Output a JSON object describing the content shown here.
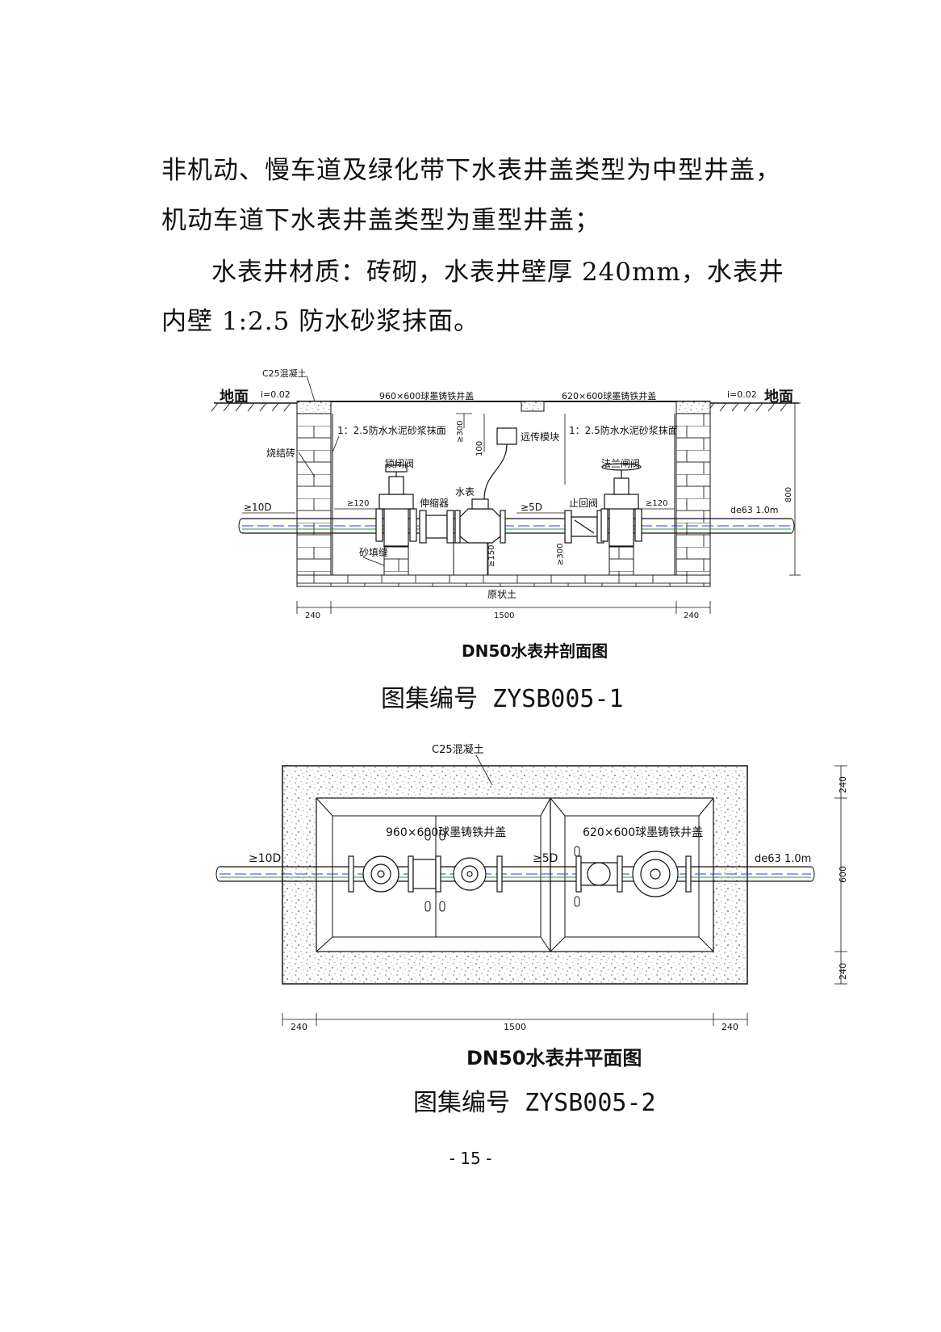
{
  "text": {
    "line1": "非机动、慢车道及绿化带下水表井盖类型为中型井盖，",
    "line2": "机动车道下水表井盖类型为重型井盖；",
    "line3": "水表井材质：砖砌，水表井壁厚 240mm，水表井",
    "line4": "内壁 1:2.5 防水砂浆抹面。"
  },
  "section_drawing": {
    "caption": "DN50水表井剖面图",
    "atlas_no": "图集编号 ZYSB005-1",
    "labels": {
      "concrete": "C25混凝土",
      "ground_left": "地面",
      "ground_right": "地面",
      "slope_left": "i=0.02",
      "slope_right": "i=0.02",
      "cover_left": "960×600球墨铸铁井盖",
      "cover_right": "620×600球墨铸铁井盖",
      "mortar_left": "1：2.5防水水泥砂浆抹面",
      "mortar_right": "1：2.5防水水泥砂浆抹面",
      "brick": "烧结砖",
      "lock_valve": "锁闭阀",
      "expander": "伸缩器",
      "meter": "水表",
      "remote_module": "远传模块",
      "flange_gate_valve": "法兰闸阀",
      "check_valve": "止回阀",
      "sand_seam": "砂填缝",
      "native_soil": "原状土",
      "dist_10d": "≥10D",
      "dist_5d": "≥5D",
      "dim_ge120_left": "≥120",
      "dim_ge120_right": "≥120",
      "dim_ge300_left": "≥300",
      "dim_ge300_right": "≥300",
      "dim_100": "100",
      "dim_ge150": "≥150",
      "pipe_spec": "de63 1.0m",
      "dim_800": "800",
      "dim_240_left": "240",
      "dim_1500": "1500",
      "dim_240_right": "240"
    }
  },
  "plan_drawing": {
    "caption": "DN50水表井平面图",
    "atlas_no": "图集编号 ZYSB005-2",
    "labels": {
      "concrete": "C25混凝土",
      "cover_left": "960×600球墨铸铁井盖",
      "cover_right": "620×600球墨铸铁井盖",
      "dist_10d": "≥10D",
      "dist_5d": "≥5D",
      "pipe_spec": "de63 1.0m",
      "dim_240_top": "240",
      "dim_600": "600",
      "dim_240_bottom": "240",
      "dim_240_left": "240",
      "dim_1500": "1500",
      "dim_240_right": "240"
    }
  },
  "page_number": "- 15 -"
}
